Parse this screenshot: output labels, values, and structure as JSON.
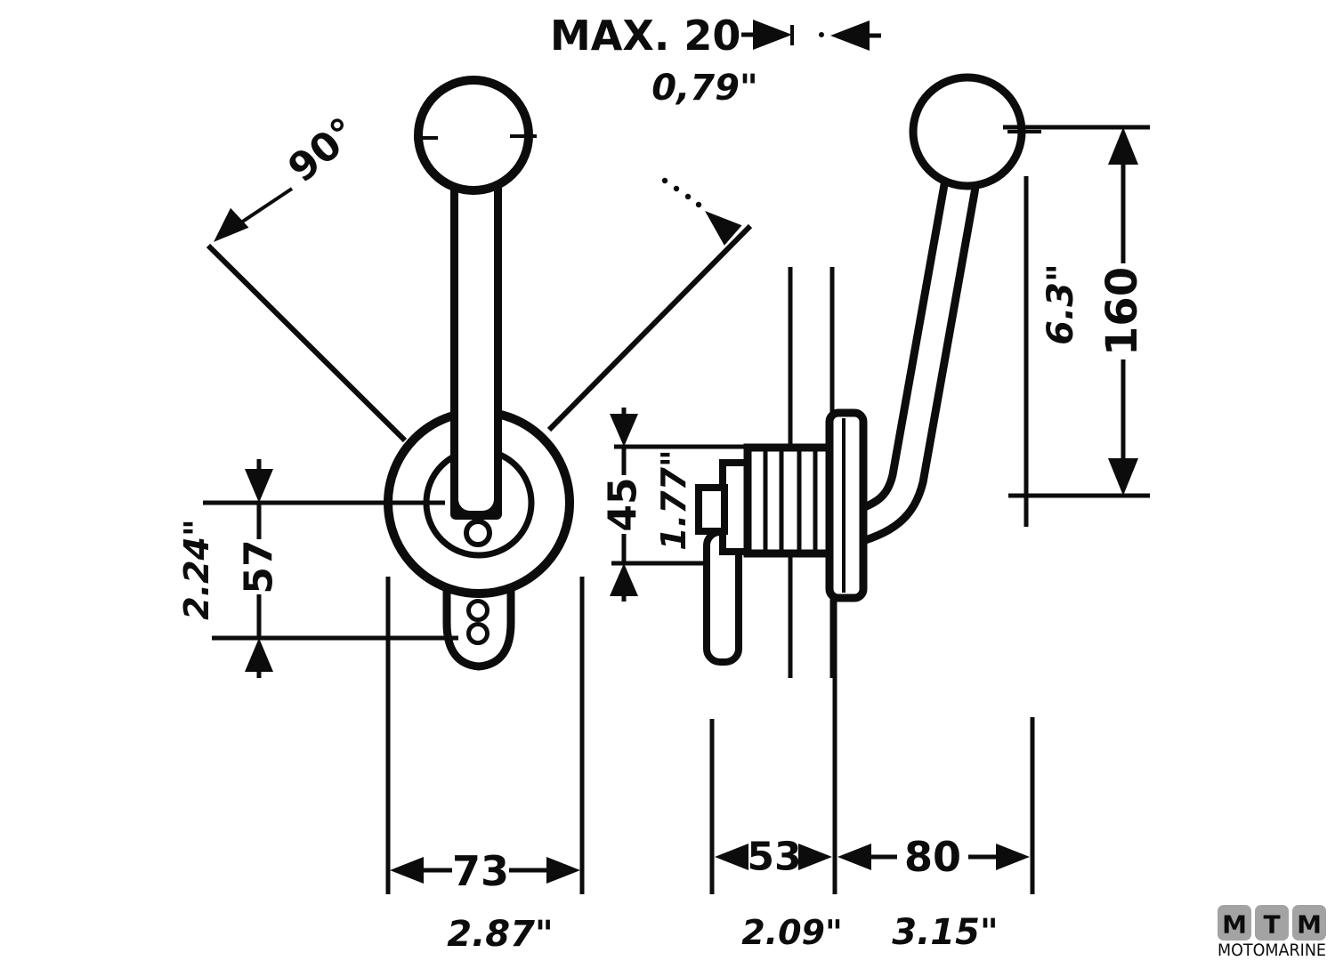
{
  "drawing": {
    "type": "engine-control-lever-dimension-drawing",
    "views": {
      "front_view": "single lever control, front",
      "side_view": "single lever control, side with panel mount"
    }
  },
  "dimensions": {
    "panel_thickness_max": {
      "label": "MAX. 20",
      "inches": "0,79\""
    },
    "lever_swing_angle": {
      "label": "90°"
    },
    "center_to_mount_hole": {
      "mm": "57",
      "inches": "2.24\""
    },
    "housing_height": {
      "mm": "45",
      "inches": "1.77\""
    },
    "lever_above_panel": {
      "mm": "160",
      "inches": "6.3\""
    },
    "bezel_width": {
      "mm": "73",
      "inches": "2.87\""
    },
    "depth_behind_panel": {
      "mm": "53",
      "inches": "2.09\""
    },
    "depth_in_front_of_panel": {
      "mm": "80",
      "inches": "3.15\""
    }
  },
  "logo": {
    "letters": [
      "M",
      "T",
      "M"
    ],
    "subtitle": "MOTOMARINE"
  },
  "colors": {
    "ink": "#0c0c0c",
    "paper": "#ffffff",
    "logo_gray": "#a3a3a3"
  }
}
